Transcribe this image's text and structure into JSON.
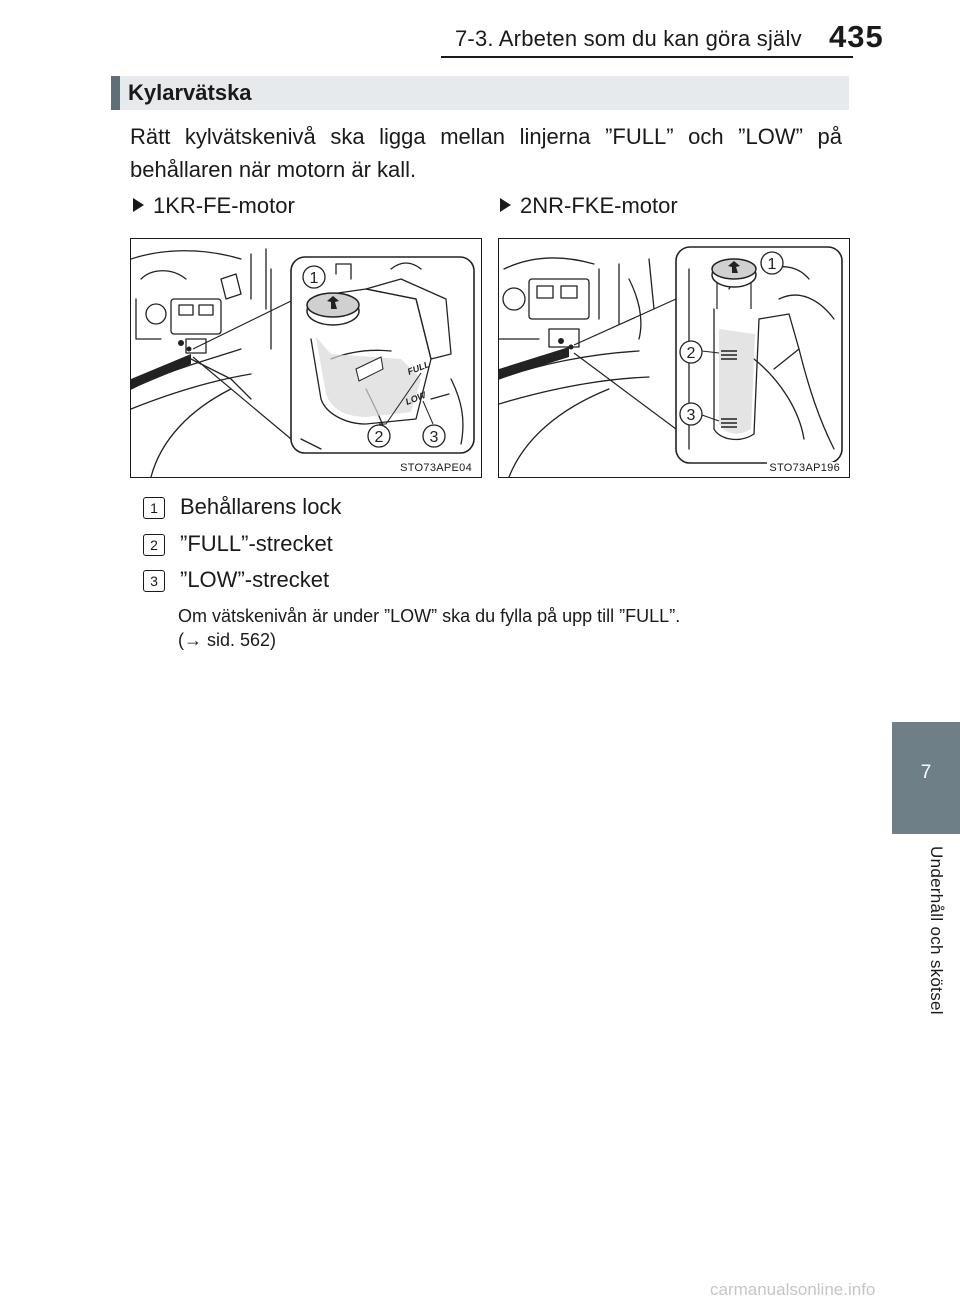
{
  "header": {
    "section": "7-3. Arbeten som du kan göra själv",
    "page_number": "435"
  },
  "section": {
    "title": "Kylarvätska"
  },
  "intro": "Rätt kylvätskenivå ska ligga mellan linjerna ”FULL” och ”LOW” på behållaren när motorn är kall.",
  "variants": [
    {
      "label": "1KR-FE-motor",
      "figure_code": "STO73APE04",
      "callouts": [
        "1",
        "2",
        "3"
      ],
      "tank_marks": [
        "FULL",
        "LOW"
      ]
    },
    {
      "label": "2NR-FKE-motor",
      "figure_code": "STO73AP196",
      "callouts": [
        "1",
        "2",
        "3"
      ]
    }
  ],
  "legend": [
    {
      "num": "1",
      "text": "Behållarens lock"
    },
    {
      "num": "2",
      "text": "”FULL”-strecket"
    },
    {
      "num": "3",
      "text": "”LOW”-strecket"
    }
  ],
  "note": {
    "line1": "Om vätskenivån är under ”LOW” ska du fylla på upp till ”FULL”.",
    "line2": "(→ sid. 562)"
  },
  "side_tab": {
    "chapter": "7",
    "label": "Underhåll och skötsel"
  },
  "watermark": "carmanualsonline.info"
}
